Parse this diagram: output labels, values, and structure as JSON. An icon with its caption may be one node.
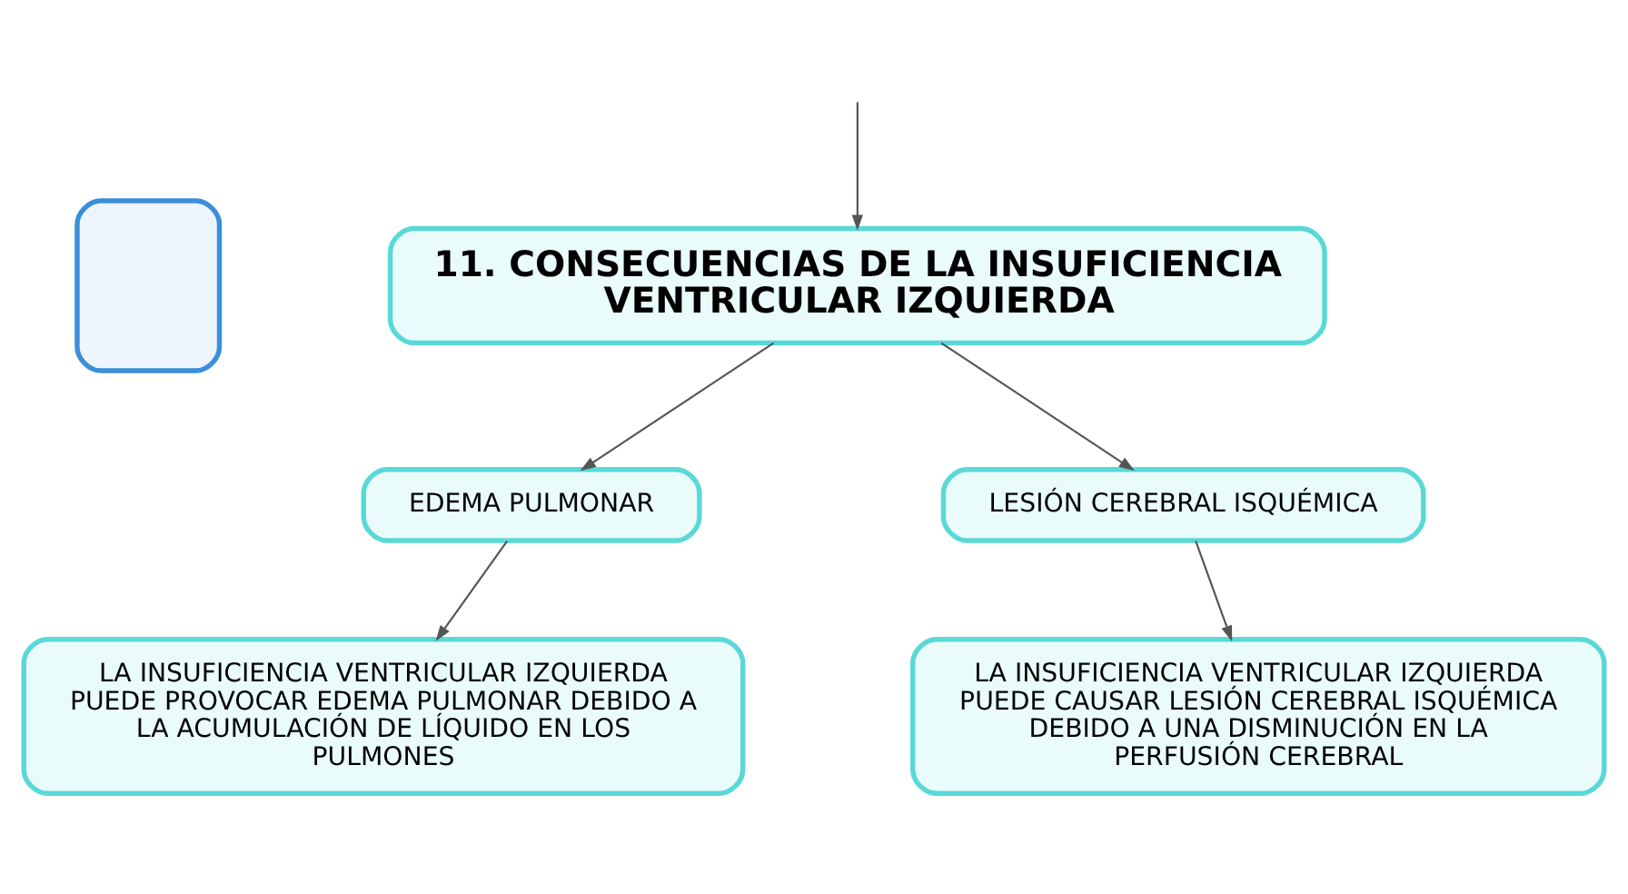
{
  "diagram": {
    "nodes": [
      {
        "text": [],
        "shape": "box"
      },
      {
        "text": [
          "11. CONSECUENCIAS DE LA INSUFICIENCIA VENTRICULAR IZQUIERDA"
        ]
      },
      {
        "text": [
          "EDEMA PULMONAR"
        ]
      },
      {
        "text": [
          "LESIÓN CEREBRAL ISQUÉMICA"
        ]
      },
      {
        "text": [
          "LA INSUFICIENCIA VENTRICULAR IZQUIERDA PUEDE PROVOCAR EDEMA PULMONAR DEBIDO A LA ACUMULACIÓN DE LÍQUIDO EN LOS PULMONES"
        ]
      },
      {
        "text": [
          "LA INSUFICIENCIA VENTRICULAR IZQUIERDA PUEDE CAUSAR LESIÓN CEREBRAL ISQUÉMICA DEBIDO A UNA DISMINUCIÓN EN LA PERFUSIÓN CEREBRAL"
        ]
      }
    ],
    "edges": [
      {
        "from": null,
        "to": 1,
        "arrow": "to"
      },
      {
        "from": 1,
        "to": 2,
        "arrow": "to"
      },
      {
        "from": 1,
        "to": 3,
        "arrow": "to"
      },
      {
        "from": 2,
        "to": 4,
        "arrow": "to"
      },
      {
        "from": 3,
        "to": 5,
        "arrow": "to"
      }
    ]
  }
}
